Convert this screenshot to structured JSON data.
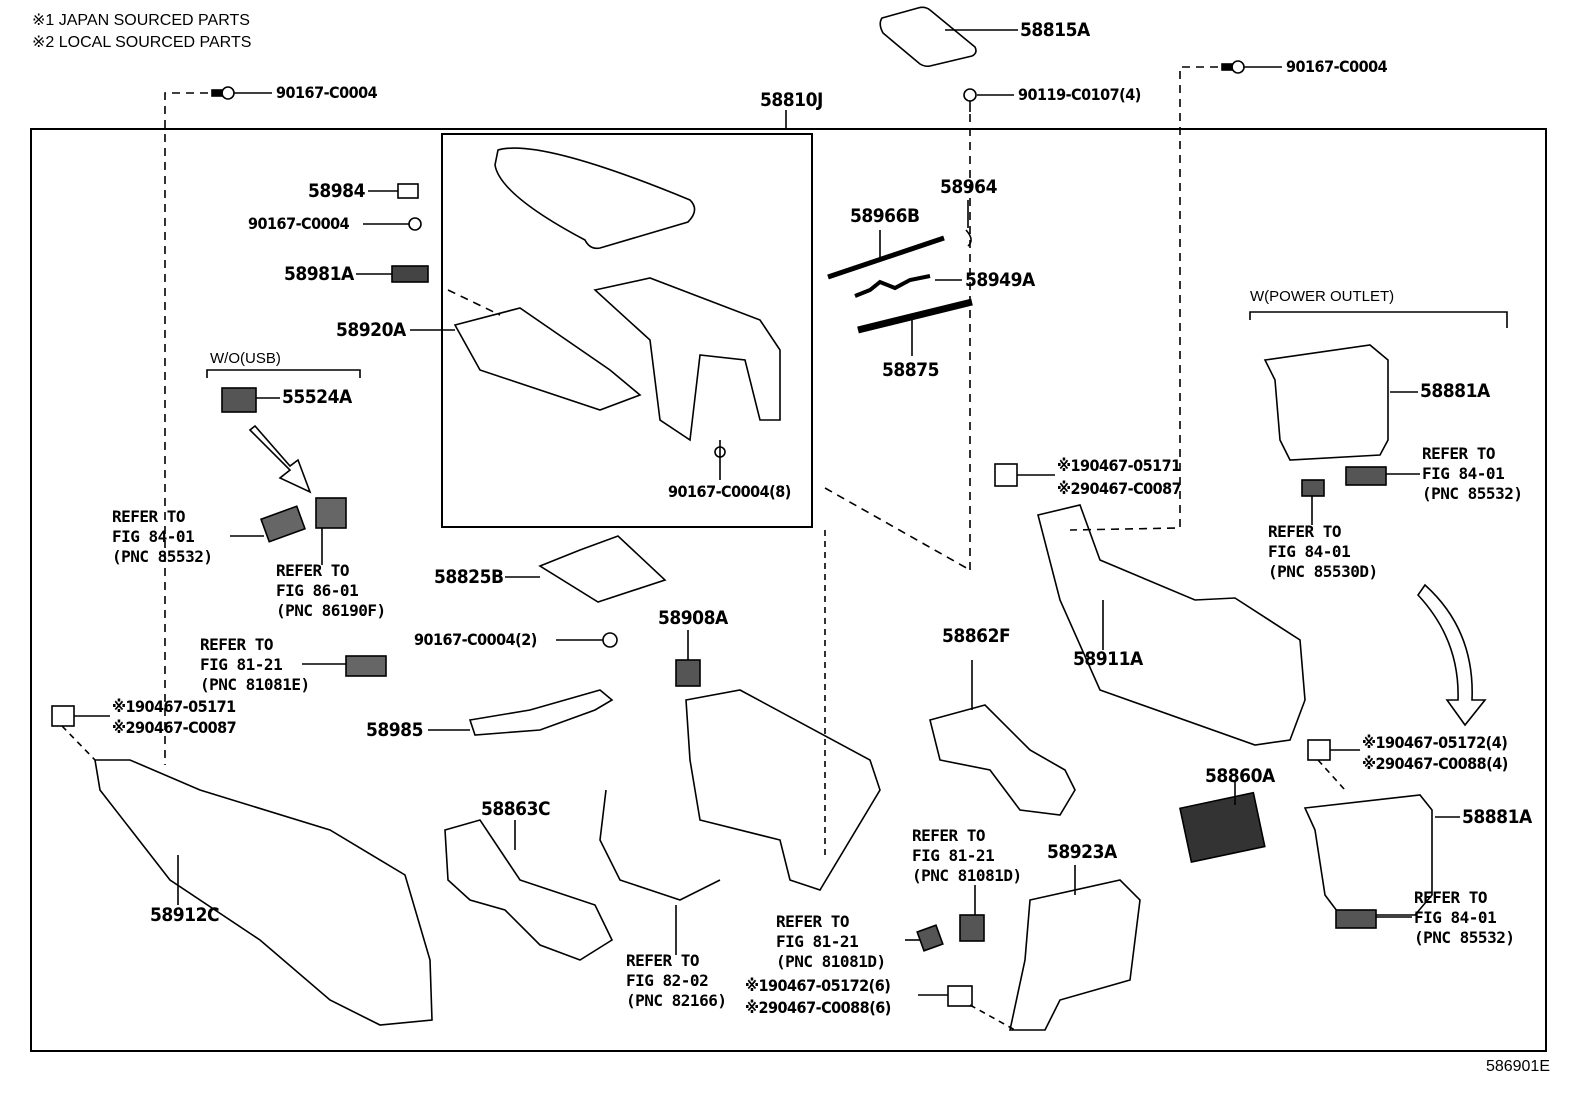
{
  "legend": {
    "note1": "※1 JAPAN SOURCED PARTS",
    "note2": "※2 LOCAL SOURCED PARTS"
  },
  "figure_number": "586901E",
  "assembly_label": "58810J",
  "groups": {
    "wo_usb": "W/O(USB)",
    "w_power_outlet": "W(POWER OUTLET)"
  },
  "parts": {
    "p58815A": "58815A",
    "p90119": "90119-C0107(4)",
    "p90167_top_left": "90167-C0004",
    "p90167_top_right": "90167-C0004",
    "p58984": "58984",
    "p90167_mid": "90167-C0004",
    "p58981A": "58981A",
    "p58920A": "58920A",
    "p55524A": "55524A",
    "p90167_8": "90167-C0004(8)",
    "p58964": "58964",
    "p58966B": "58966B",
    "p58949A": "58949A",
    "p58875": "58875",
    "p58881A_top": "58881A",
    "p58881A_bottom": "58881A",
    "p58825B": "58825B",
    "p58908A": "58908A",
    "p90167_2": "90167-C0004(2)",
    "p58985": "58985",
    "p58862F": "58862F",
    "p58911A": "58911A",
    "p58860A": "58860A",
    "p58863C": "58863C",
    "p58912C": "58912C",
    "p58923A": "58923A"
  },
  "clips": {
    "left": {
      "a": "※190467-05171",
      "b": "※290467-C0087"
    },
    "mid_right": {
      "a": "※190467-05171",
      "b": "※290467-C0087"
    },
    "right": {
      "a": "※190467-05172(4)",
      "b": "※290467-C0088(4)"
    },
    "bottom": {
      "a": "※190467-05172(6)",
      "b": "※290467-C0088(6)"
    }
  },
  "refs": {
    "r_84_01_left": "REFER TO\nFIG 84-01\n(PNC 85532)",
    "r_86_01": "REFER TO\nFIG 86-01\n(PNC 86190F)",
    "r_81_21_E": "REFER TO\nFIG 81-21\n(PNC 81081E)",
    "r_84_01_right_top": "REFER TO\nFIG 84-01\n(PNC 85532)",
    "r_84_01_530D": "REFER TO\nFIG 84-01\n(PNC 85530D)",
    "r_84_01_right_bottom": "REFER TO\nFIG 84-01\n(PNC 85532)",
    "r_81_21_D_upper": "REFER TO\nFIG 81-21\n(PNC 81081D)",
    "r_81_21_D_lower": "REFER TO\nFIG 81-21\n(PNC 81081D)",
    "r_82_02": "REFER TO\nFIG 82-02\n(PNC 82166)"
  }
}
